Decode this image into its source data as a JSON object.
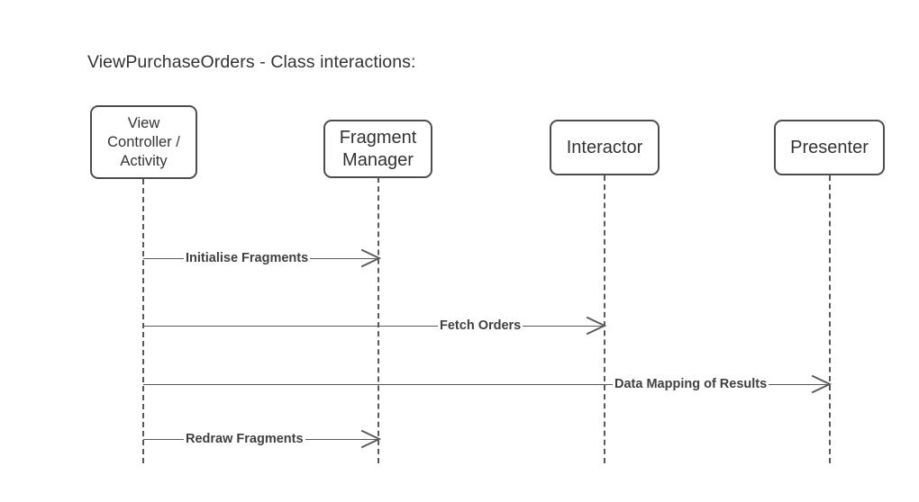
{
  "diagram": {
    "title": "ViewPurchaseOrders - Class interactions:",
    "type": "sequence-diagram",
    "colors": {
      "background": "#ffffff",
      "box_border": "#4d4d4d",
      "box_fill": "#ffffff",
      "lifeline": "#595959",
      "arrow": "#5a5a5a",
      "title_text": "#333333",
      "label_text": "#404040"
    },
    "participants": [
      {
        "id": "view-controller-activity",
        "label": "View\nController /\nActivity"
      },
      {
        "id": "fragment-manager",
        "label": "Fragment\nManager"
      },
      {
        "id": "interactor",
        "label": "Interactor"
      },
      {
        "id": "presenter",
        "label": "Presenter"
      }
    ],
    "messages": [
      {
        "id": "initialise-fragments",
        "label": "Initialise Fragments",
        "from": "view-controller-activity",
        "to": "fragment-manager",
        "order": 1,
        "arrow": "open"
      },
      {
        "id": "fetch-orders",
        "label": "Fetch Orders",
        "from": "view-controller-activity",
        "to": "interactor",
        "order": 2,
        "arrow": "open"
      },
      {
        "id": "data-mapping-of-results",
        "label": "Data Mapping of Results",
        "from": "view-controller-activity",
        "to": "presenter",
        "order": 3,
        "arrow": "open"
      },
      {
        "id": "redraw-fragments",
        "label": "Redraw Fragments",
        "from": "view-controller-activity",
        "to": "fragment-manager",
        "order": 4,
        "arrow": "open"
      }
    ]
  }
}
